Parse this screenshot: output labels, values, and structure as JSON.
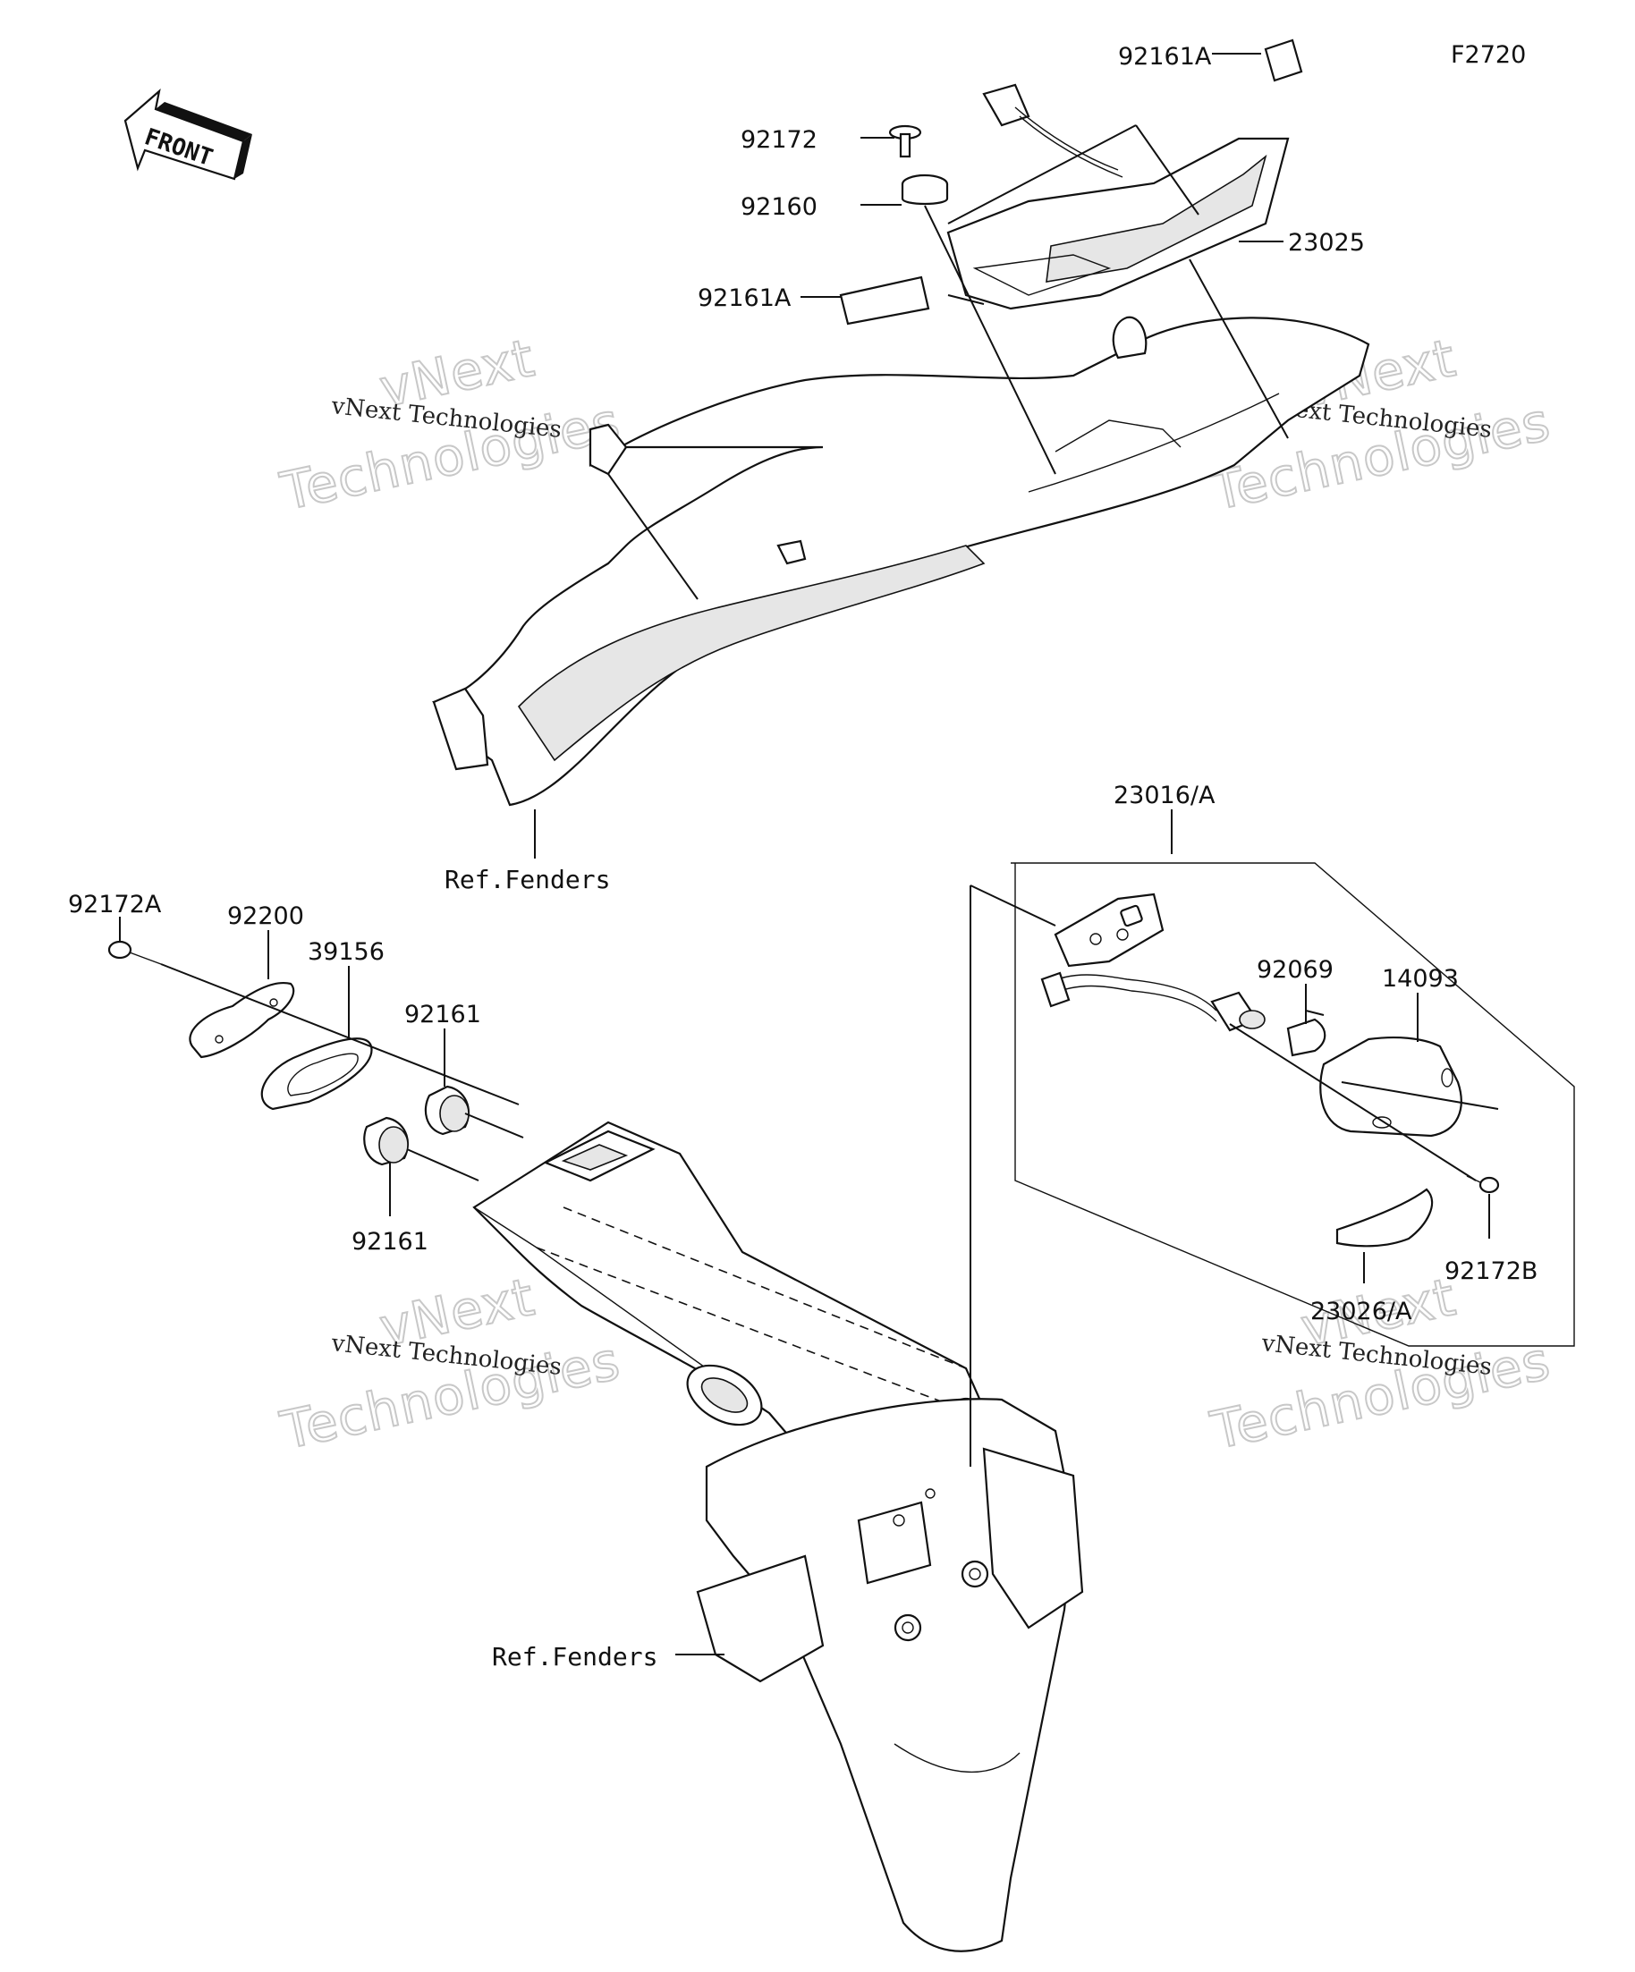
{
  "figure_code": "F2720",
  "front_arrow_label": "FRONT",
  "parts": {
    "p92161A_top": "92161A",
    "p92172": "92172",
    "p92160": "92160",
    "p23025": "23025",
    "p92161A_mid": "92161A",
    "ref_fenders_upper": "Ref.Fenders",
    "p23016A": "23016/A",
    "p92172A": "92172A",
    "p92200": "92200",
    "p39156": "39156",
    "p92161_upper": "92161",
    "p92161_lower": "92161",
    "p92069": "92069",
    "p14093": "14093",
    "p92172B": "92172B",
    "p23026A": "23026/A",
    "ref_fenders_lower": "Ref.Fenders"
  },
  "watermarks": {
    "brand_small": "vNext Technologies",
    "brand_big_1": "vNext",
    "brand_big_2": "Technologies"
  }
}
